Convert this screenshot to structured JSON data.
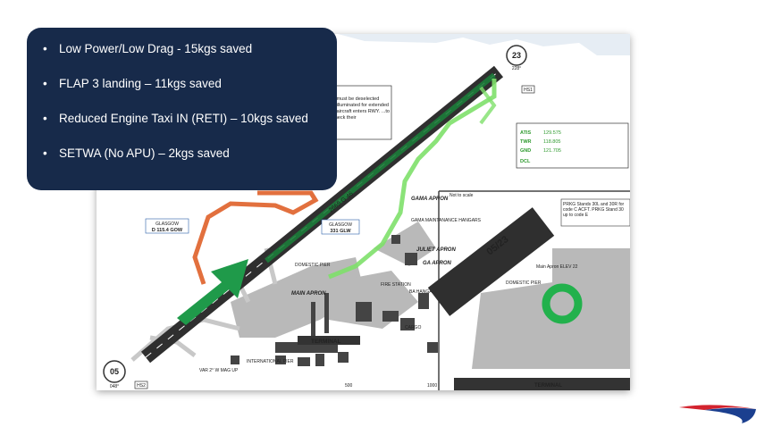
{
  "bullets": [
    "Low Power/Low Drag - 15kgs saved",
    "FLAP 3 landing – 11kgs saved",
    "Reduced Engine Taxi IN (RETI) – 10kgs saved",
    "SETWA (No APU) – 2kgs saved"
  ],
  "chart": {
    "runway_label": "2665 G 46",
    "runway_05": "05",
    "runway_23": "23",
    "rwy_05_heading": "048°",
    "rwy_23_heading": "228°",
    "hold_hs1": "HS1",
    "hold_hs2": "HS2",
    "glasgow_vor_1": "GLASGOW",
    "glasgow_vor_1_freq": "D 115.4 GOW",
    "glasgow_vor_2": "GLASGOW",
    "glasgow_vor_2_freq": "331 GLW",
    "atis_label": "ATIS",
    "atis_freq": "129.575",
    "twr_label": "TWR",
    "twr_freq": "118.805",
    "gnd_label": "GND",
    "gnd_freq": "121.705",
    "dcl_label": "DCL",
    "gama_apron": "GAMA APRON",
    "gama_hangars": "GAMA MAINTANANCE HANGARS",
    "juliet_apron": "JULIET APRON",
    "ga_apron": "GA APRON",
    "fire_station": "FIRE STATION",
    "ba_hangar": "BA HANGAR",
    "cargo": "CARGO",
    "domestic_pier": "DOMESTIC PIER",
    "main_apron": "MAIN APRON",
    "terminal": "TERMINAL",
    "international_pier": "INTERNATIONAL PIER",
    "var_note": "VAR 2° W MAG UP",
    "scale_500": "500",
    "scale_1000": "1000",
    "not_to_scale": "Not to scale",
    "inset_runway": "05/23",
    "inset_main_apron": "Main Apron ELEV 22",
    "inset_domestic_pier": "DOMESTIC PIER",
    "inset_terminal": "TERMINAL",
    "prkg_note": "PRKG Stands 30L and 30R for code C ACFT. PRKG Stand 30 up to code E",
    "notice_text": "...must be deselected ...illuminated for extended ...aircraft enters RWY. ...to check their"
  },
  "colors": {
    "panel_bg": "#172a4a",
    "runway": "#2f2f2f",
    "taxi_route": "#7ee06a",
    "arrow": "#1f9a4a",
    "stand_ring": "#22b14c",
    "taxiway_orange": "#e2703e",
    "logo_red": "#d3232e",
    "logo_blue": "#1b3f8f"
  },
  "icons": {
    "logo": "speedmarque-logo",
    "arrow": "landing-direction-arrow"
  }
}
